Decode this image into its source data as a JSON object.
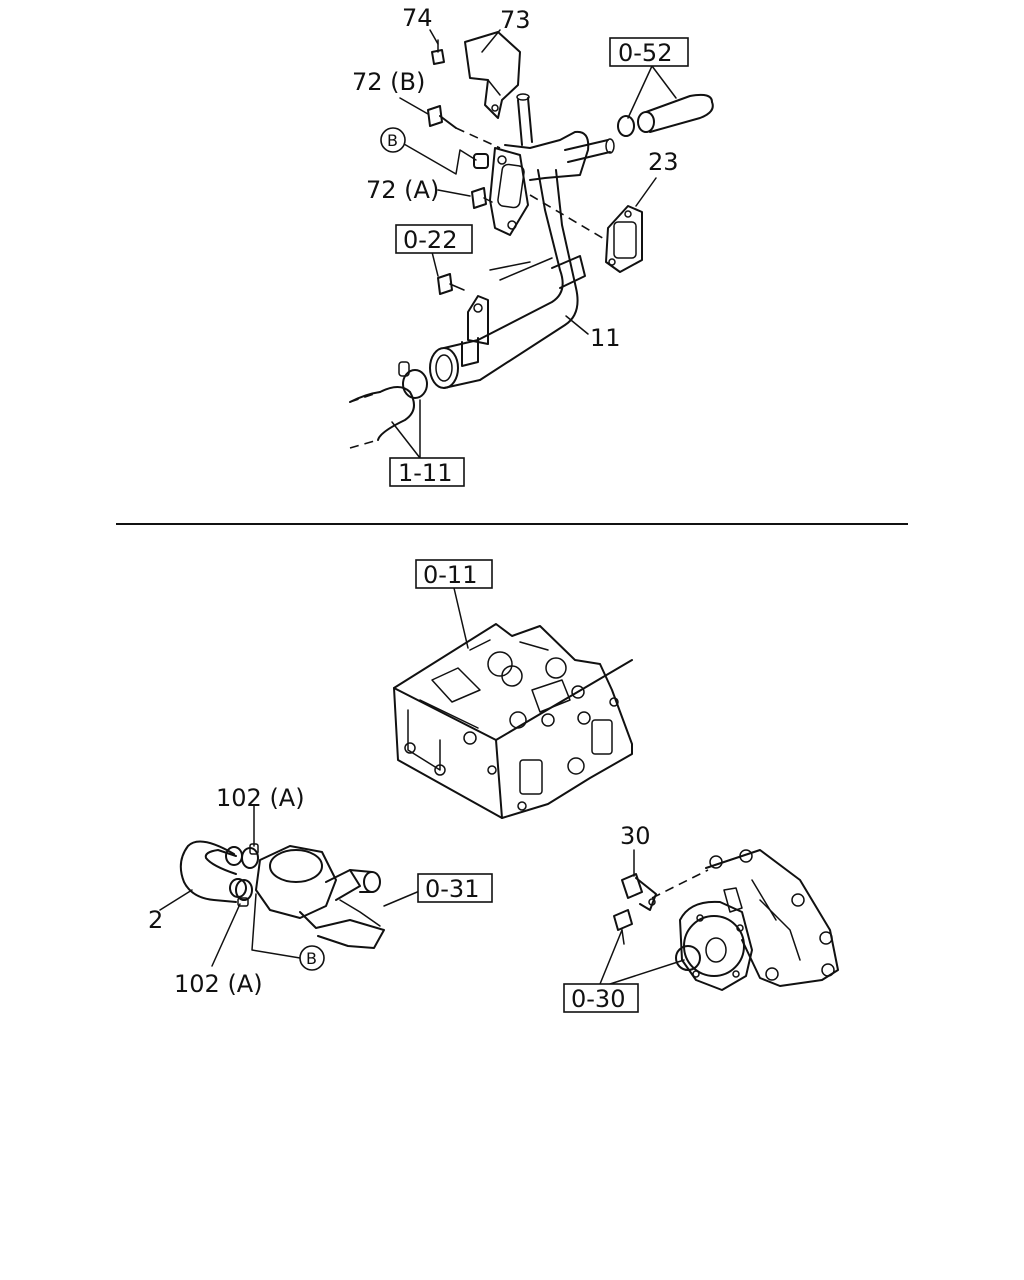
{
  "top_section": {
    "callouts": {
      "p74": "74",
      "p73": "73",
      "p72b": "72 (B)",
      "p72a": "72 (A)",
      "p23": "23",
      "p11": "11"
    },
    "refs": {
      "ref_0_52": "0-52",
      "ref_0_22": "0-22",
      "ref_1_11": "1-11"
    },
    "circle_b": "B"
  },
  "bottom_section": {
    "callouts": {
      "p102a_upper": "102 (A)",
      "p102a_lower": "102 (A)",
      "p2": "2",
      "p30": "30"
    },
    "refs": {
      "ref_0_11": "0-11",
      "ref_0_31": "0-31",
      "ref_0_30": "0-30"
    },
    "circle_b": "B"
  }
}
